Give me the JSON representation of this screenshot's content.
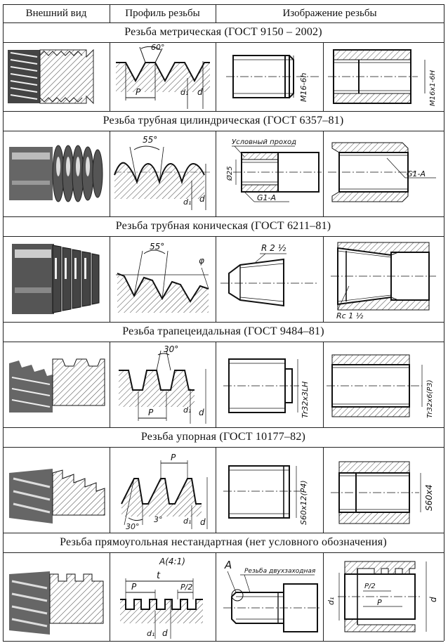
{
  "header": {
    "col1": "Внешний вид",
    "col2": "Профиль резьбы",
    "col3": "Изображение резьбы"
  },
  "rows": [
    {
      "title": "Резьба метрическая (ГОСТ 9150 – 2002)",
      "angle": "60°",
      "pitch": "P",
      "d1": "d₁",
      "d": "d",
      "ext_label": "M16-6h",
      "int_label": "M16x1-6H"
    },
    {
      "title": "Резьба трубная цилиндрическая (ГОСТ 6357–81)",
      "angle": "55°",
      "d1": "d₁",
      "d": "d",
      "passage": "Условный проход",
      "passage_dia": "Ø25",
      "ext_label": "G1-A",
      "int_label": "G1-A"
    },
    {
      "title": "Резьба трубная коническая (ГОСТ 6211–81)",
      "angle": "55°",
      "phi": "φ",
      "ext_label": "R 2 ½",
      "int_label": "Rc 1 ½"
    },
    {
      "title": "Резьба трапецеидальная (ГОСТ 9484–81)",
      "angle": "30°",
      "pitch": "P",
      "d1": "d₁",
      "d": "d",
      "ext_label": "Tr32x3LH",
      "int_label": "Tr32x6(P3)"
    },
    {
      "title": "Резьба упорная (ГОСТ 10177–82)",
      "angle1": "30°",
      "angle2": "3°",
      "pitch": "P",
      "d1": "d₁",
      "d": "d",
      "ext_label": "S60x12(P4)",
      "int_label": "S60x4"
    },
    {
      "title": "Резьба прямоугольная нестандартная (нет условного обозначения)",
      "detail": "A(4:1)",
      "t": "t",
      "pitch": "P",
      "half_pitch": "P/2",
      "d1": "d₁",
      "d": "d",
      "leader_A": "A",
      "note": "Резьба двухзаходная",
      "int_d1": "d₁",
      "int_d": "d",
      "int_half": "P/2",
      "int_p": "P"
    }
  ]
}
